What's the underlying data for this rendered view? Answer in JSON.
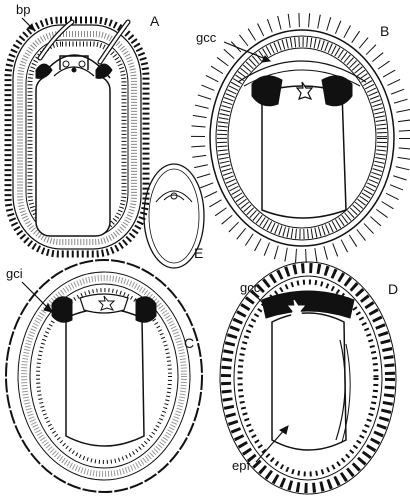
{
  "panels": {
    "a": {
      "letter": "A"
    },
    "b": {
      "letter": "B"
    },
    "c": {
      "letter": "C"
    },
    "d": {
      "letter": "D"
    },
    "e": {
      "letter": "E"
    }
  },
  "labels": {
    "bp": "bp",
    "gcc_b": "gcc",
    "gci": "gci",
    "gcc_d": "gcc",
    "epf": "epf"
  },
  "colors": {
    "ink": "#111111",
    "background": "#ffffff"
  }
}
